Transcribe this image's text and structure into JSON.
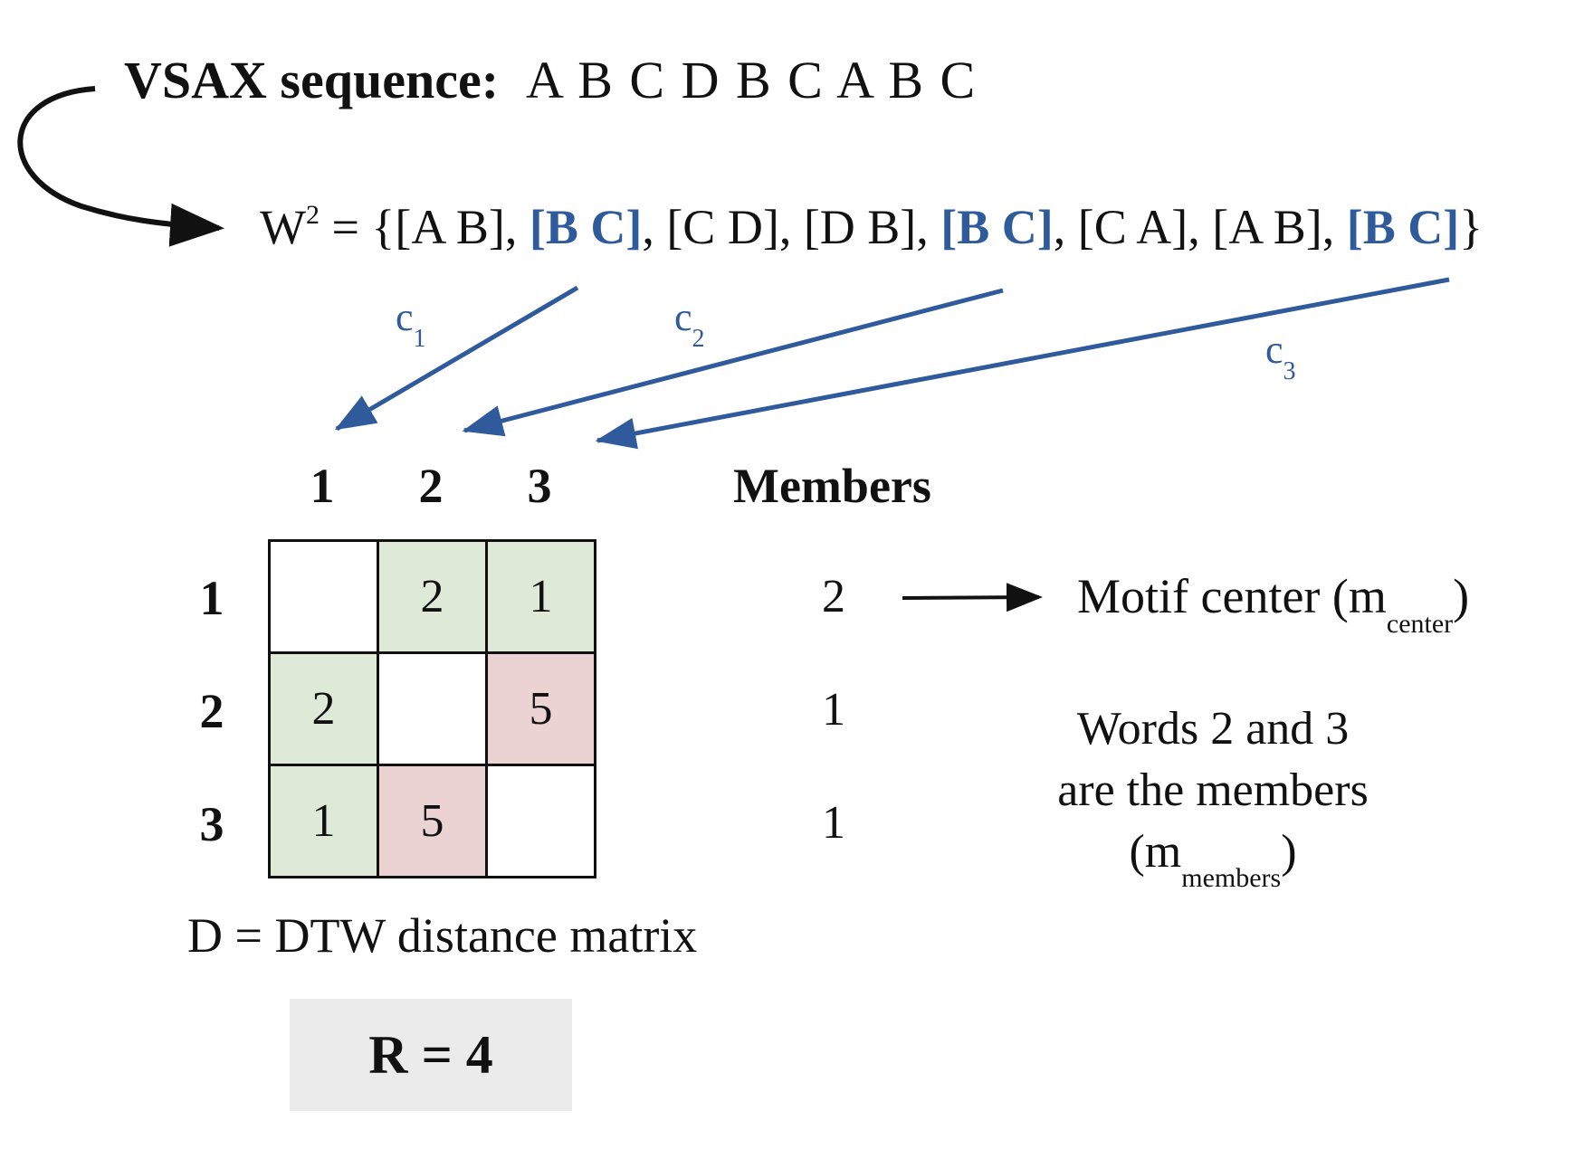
{
  "header": {
    "label": "VSAX sequence:",
    "sequence": "A B C D B C A B C"
  },
  "word_set": {
    "lhs": "W",
    "power": "2",
    "eq_open": " = {",
    "words": [
      "[A B]",
      "[B C]",
      "[C D]",
      "[D B]",
      "[B C]",
      "[C A]",
      "[A B]",
      "[B C]"
    ],
    "highlighted": [
      1,
      4,
      7
    ],
    "separator": ", ",
    "close": "}"
  },
  "clusters": [
    {
      "letter": "c",
      "index": "1"
    },
    {
      "letter": "c",
      "index": "2"
    },
    {
      "letter": "c",
      "index": "3"
    }
  ],
  "matrix": {
    "col_headers": [
      "1",
      "2",
      "3"
    ],
    "row_headers": [
      "1",
      "2",
      "3"
    ],
    "cells": [
      [
        "",
        "2",
        "1"
      ],
      [
        "2",
        "",
        "5"
      ],
      [
        "1",
        "5",
        ""
      ]
    ],
    "caption": "D = DTW distance matrix"
  },
  "members": {
    "header": "Members",
    "values": [
      "2",
      "1",
      "1"
    ]
  },
  "center_note": {
    "text": "Motif center (m",
    "sub": "center",
    "close": ")"
  },
  "members_note": {
    "line1": "Words 2 and 3",
    "line2": "are the members",
    "line3_open": "(m",
    "line3_sub": "members",
    "line3_close": ")"
  },
  "radius": "R = 4",
  "colors": {
    "blue": "#2f5a9c",
    "green_cell": "#dfe9d8",
    "red_cell": "#ecd3d3",
    "radius_box": "#ebebeb"
  }
}
